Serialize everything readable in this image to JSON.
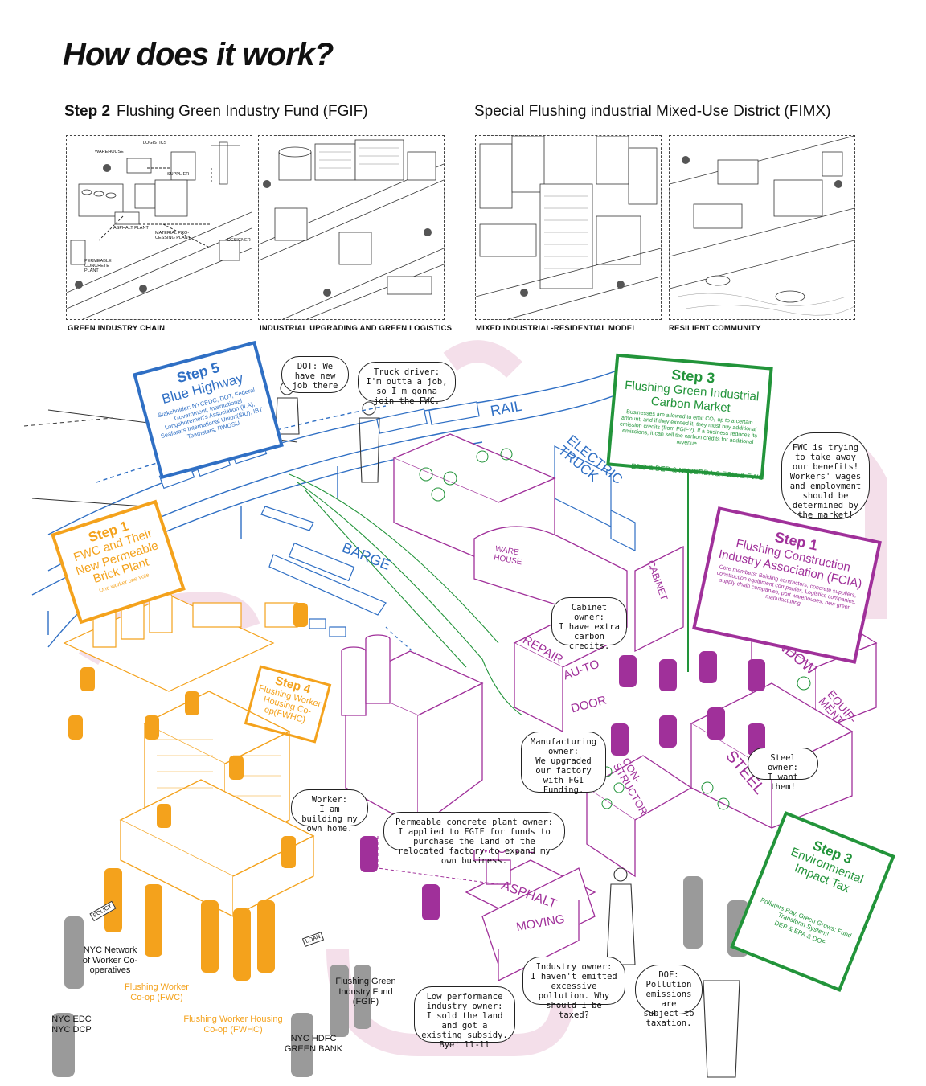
{
  "title": "How does it work?",
  "step2": {
    "step": "Step 2",
    "name": "Flushing Green Industry Fund (FGIF)"
  },
  "fimx_title": "Special Flushing industrial Mixed-Use District (FIMX)",
  "panels": [
    {
      "caption": "GREEN INDUSTRY CHAIN",
      "labels": [
        "LOGISTICS",
        "WAREHOUSE",
        "SUPPLIER",
        "ASPHALT PLANT",
        "MATERIAL PRO-CESSING PLANT",
        "DESIGNER",
        "PERMEABLE CONCRETE PLANT"
      ]
    },
    {
      "caption": "INDUSTRIAL UPGRADING AND GREEN LOGISTICS"
    },
    {
      "caption": "MIXED INDUSTRIAL-RESIDENTIAL MODEL"
    },
    {
      "caption": "RESILIENT COMMUNITY"
    }
  ],
  "signs": {
    "blue_highway": {
      "step": "Step 5",
      "name": "Blue Highway",
      "desc": "Stakeholder: NYCEDC, DOT, Federal Government, International Longshoremen's Association (ILA), Seafarers International Union(SIU), IBT Teamsters, RWDSU"
    },
    "fwc_brick": {
      "step": "Step 1",
      "name": "FWC and Their New Permeable Brick Plant",
      "desc": "One worker one vote."
    },
    "housing": {
      "step": "Step 4",
      "name": "Flushing Worker Housing Co-op(FWHC)"
    },
    "carbon_market": {
      "step": "Step 3",
      "name": "Flushing Green Industrial Carbon Market",
      "desc": "Businesses are allowed to emit CO₂ up to a certain amount, and if they exceed it, they must buy additional emission credits (from FGIF?). If a business reduces its emissions, it can sell the carbon credits for additional revenue.",
      "stakeholders": "EDC & DEP & NYSERDA & FCIA & FWC"
    },
    "fcia": {
      "step": "Step 1",
      "name": "Flushing Construction Industry Association (FCIA)",
      "desc": "Core members: Building contractors, concrete suppliers, construction equipment companies, Logistics companies, supply chain companies, port warehouses, new green manufacturing."
    },
    "env_tax": {
      "step": "Step 3",
      "name": "Environmental Impact Tax",
      "desc": "Polluters Pay, Green Grows: Fund Transform System!",
      "stakeholders": "DEP & EPA & DOF"
    }
  },
  "scene_words": {
    "rail": "RAIL",
    "barge": "BARGE",
    "electric_truck": "ELECTRIC TRUCK",
    "warehouse": "WARE HOUSE",
    "cabinet": "CABINET",
    "repair": "REPAIR",
    "auto": "AU-TO",
    "door": "DOOR",
    "window": "WINDOW",
    "equipment": "EQUIP-MENT",
    "steel": "STEEL",
    "constructor": "CON-STRUCTOR",
    "move": "MOVE",
    "asphalt": "ASPHALT",
    "moving": "MOVING",
    "policy": "POLICY",
    "loan": "LOAN"
  },
  "bubbles": {
    "dot": {
      "who": "DOT:",
      "text": "We have new job there"
    },
    "truck": {
      "who": "Truck driver:",
      "text": "I'm outta a job, so I'm gonna join the FWC."
    },
    "fwc_market": {
      "who": "",
      "text": "FWC is trying to take away our benefits! Workers' wages and employment should be determined by the market!"
    },
    "cabinet": {
      "who": "Cabinet owner:",
      "text": "I have extra carbon credits."
    },
    "manufacturing": {
      "who": "Manufacturing owner:",
      "text": "We upgraded our factory with FGI Funding."
    },
    "steel": {
      "who": "Steel owner:",
      "text": "I want them!"
    },
    "worker": {
      "who": "Worker:",
      "text": "I am building my own home."
    },
    "permeable": {
      "who": "Permeable concrete plant owner:",
      "text": "I applied to FGIF for funds to purchase the land of the relocated factory to expand my own business."
    },
    "industry": {
      "who": "Industry owner:",
      "text": "I haven't emitted excessive pollution. Why should I be taxed?"
    },
    "dof": {
      "who": "DOF:",
      "text": "Pollution emissions are subject to taxation."
    },
    "low_perf": {
      "who": "Low performance industry owner:",
      "text": "I sold the land and got a existing subsidy. Bye! ll-ll"
    }
  },
  "labels": {
    "nyc_network": "NYC Network of Worker Co-operatives",
    "fwc": "Flushing Worker Co-op (FWC)",
    "fwhc": "Flushing Worker Housing Co-op (FWHC)",
    "edc": "NYC EDC NYC DCP",
    "fgif": "Flushing Green Industry Fund (FGIF)",
    "hdfc": "NYC HDFC GREEN BANK"
  },
  "colors": {
    "blue": "#2f6fc4",
    "orange": "#f4a21c",
    "green": "#22943a",
    "purple": "#a0309a",
    "pink": "#f3dbe8",
    "gray": "#9a9a9a"
  }
}
